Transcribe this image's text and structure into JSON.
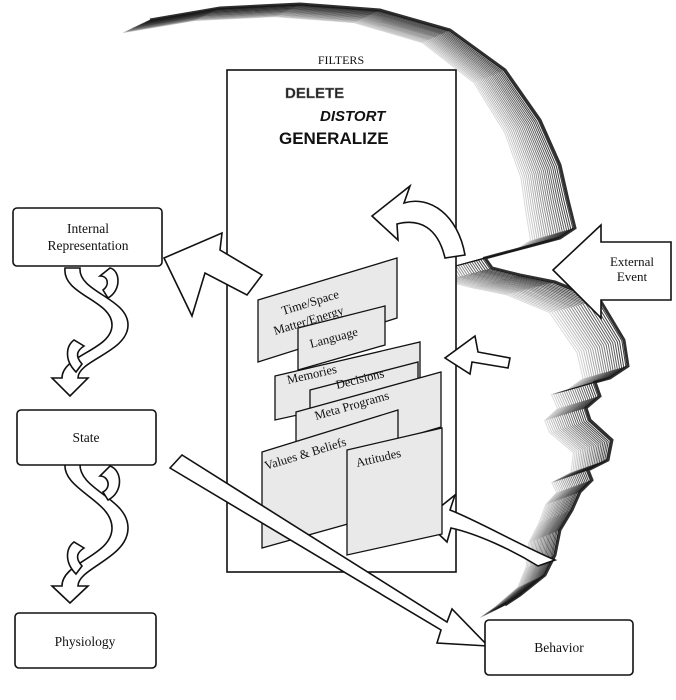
{
  "filters": {
    "title": "FILTERS",
    "actions": [
      "DELETE",
      "DISTORT",
      "GENERALIZE"
    ]
  },
  "cards": [
    "Time/Space",
    "Matter/Energy",
    "Language",
    "Memories",
    "Decisions",
    "Meta Programs",
    "Values & Beliefs",
    "Attitudes"
  ],
  "nodes": {
    "internal_representation": [
      "Internal",
      "Representation"
    ],
    "state": "State",
    "physiology": "Physiology",
    "behavior": "Behavior",
    "external_event": [
      "External",
      "Event"
    ]
  }
}
